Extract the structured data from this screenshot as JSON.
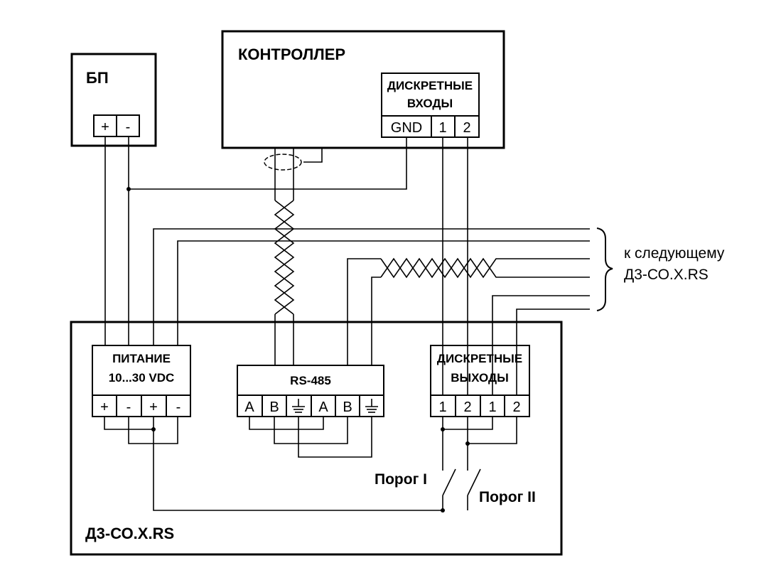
{
  "power_supply": {
    "title": "БП",
    "terminals": [
      "+",
      "-"
    ]
  },
  "controller": {
    "title": "КОНТРОЛЛЕР",
    "inputs_label_line1": "ДИСКРЕТНЫЕ",
    "inputs_label_line2": "ВХОДЫ",
    "terminals": [
      "GND",
      "1",
      "2"
    ]
  },
  "device": {
    "name": "Д3-СО.X.RS",
    "power_block": {
      "label_line1": "ПИТАНИЕ",
      "label_line2": "10...30 VDC",
      "terminals": [
        "+",
        "-",
        "+",
        "-"
      ]
    },
    "rs485_block": {
      "label": "RS-485",
      "terminals": [
        "A",
        "B",
        "ground",
        "A",
        "B",
        "ground"
      ]
    },
    "outputs_block": {
      "label_line1": "ДИСКРЕТНЫЕ",
      "label_line2": "ВЫХОДЫ",
      "terminals": [
        "1",
        "2",
        "1",
        "2"
      ]
    },
    "threshold1": "Порог I",
    "threshold2": "Порог II"
  },
  "next_device_note": {
    "line1": "к следующему",
    "line2": "Д3-СО.X.RS"
  }
}
